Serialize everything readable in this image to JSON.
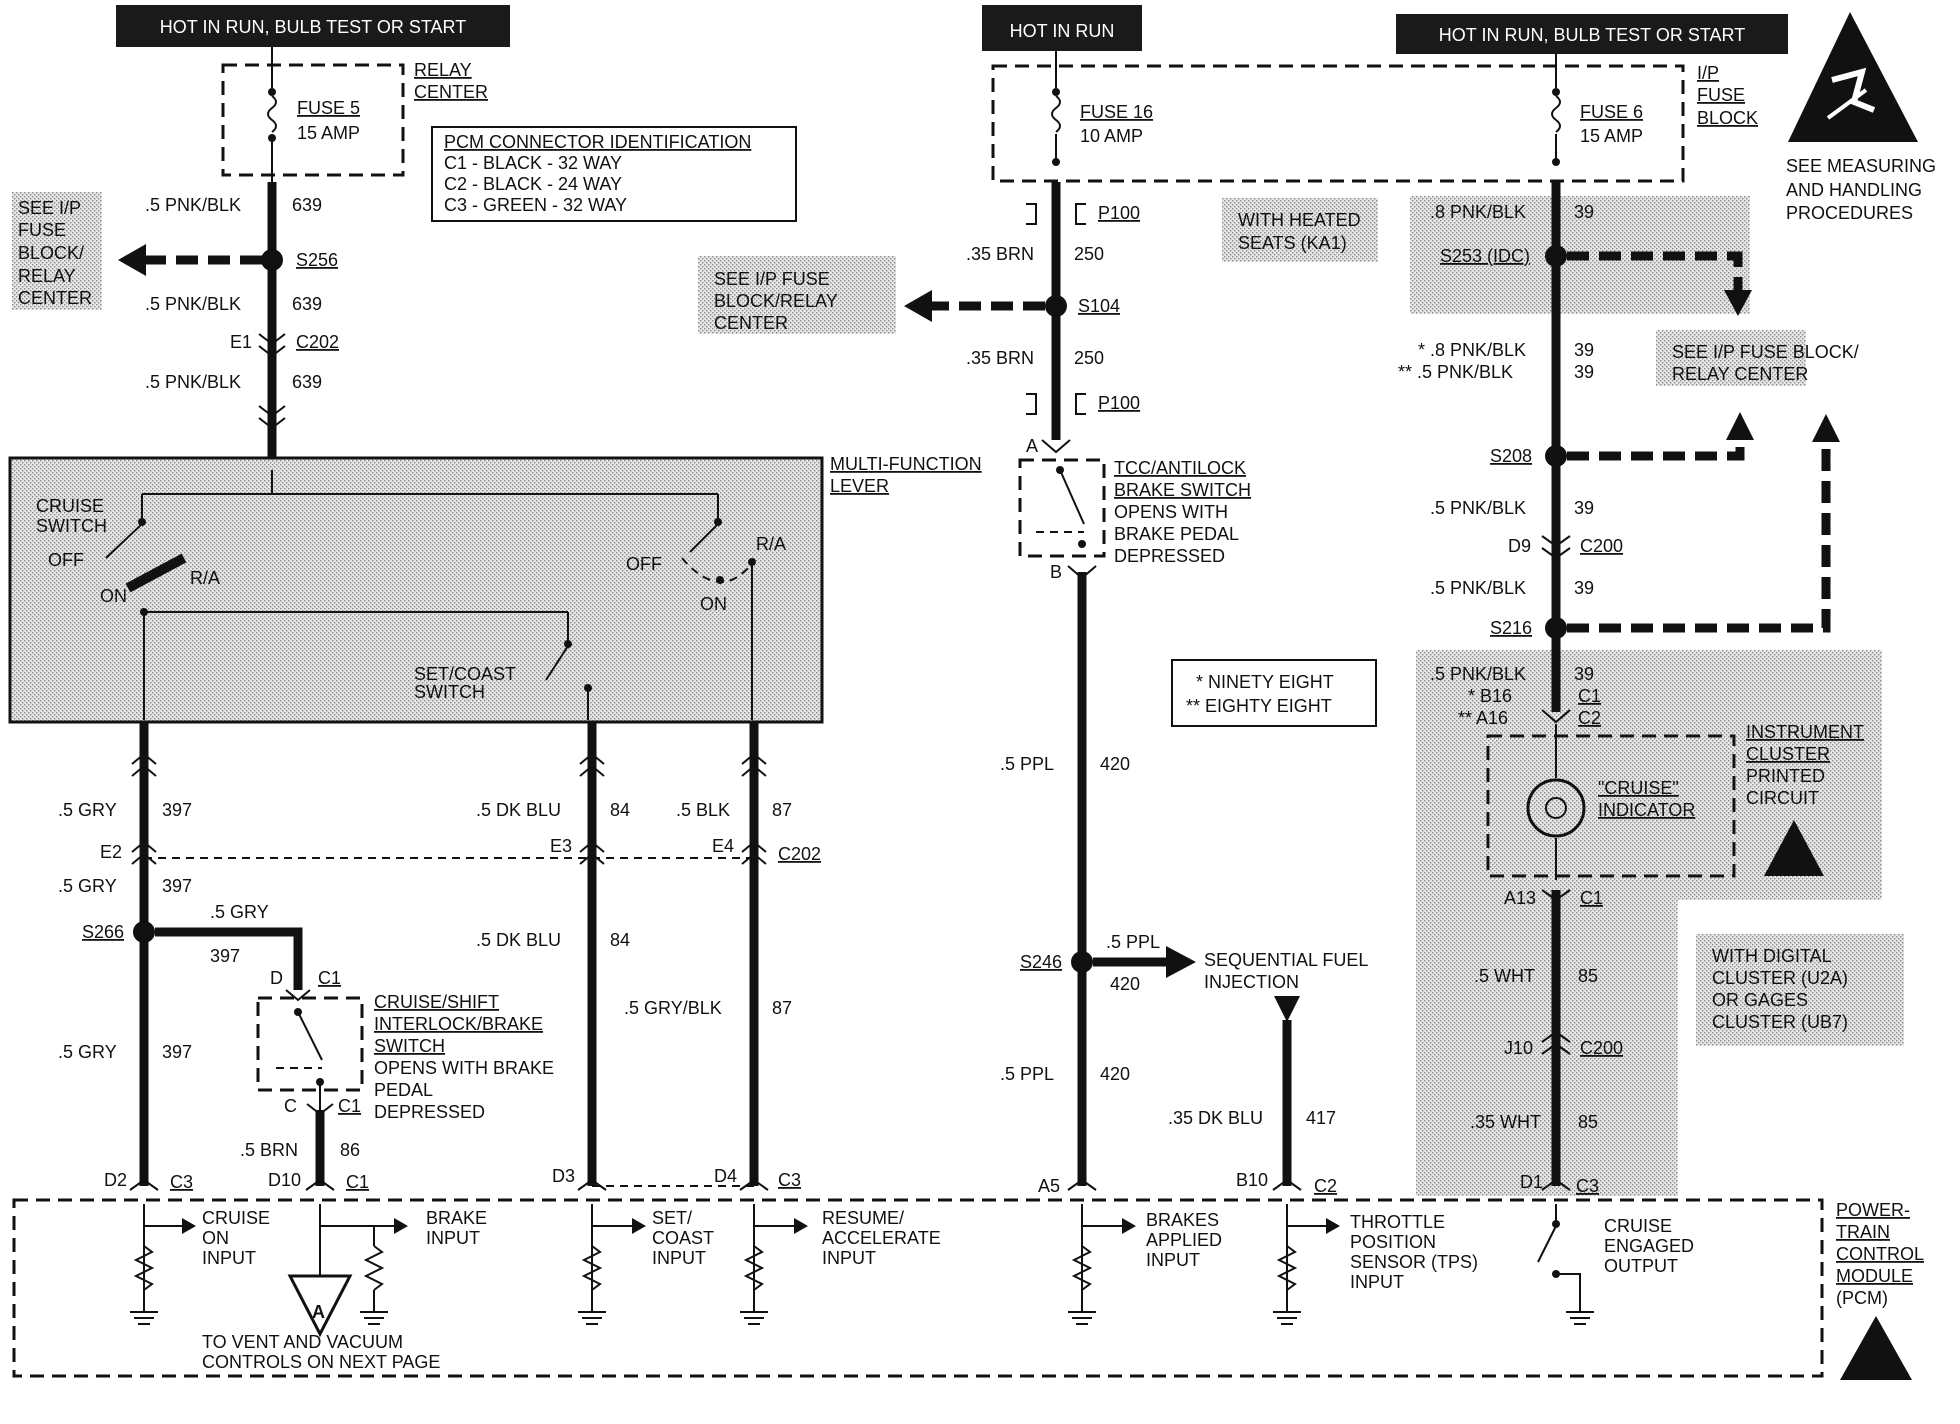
{
  "headers": {
    "left": "HOT IN RUN, BULB TEST OR START",
    "middle": "HOT IN RUN",
    "right": "HOT IN RUN, BULB TEST OR START"
  },
  "fuses": {
    "fuse5_name": "FUSE 5",
    "fuse5_rating": "15 AMP",
    "fuse16_name": "FUSE 16",
    "fuse16_rating": "10 AMP",
    "fuse6_name": "FUSE 6",
    "fuse6_rating": "15 AMP",
    "relay_center": [
      "RELAY",
      "CENTER"
    ],
    "ip_fuse_block": [
      "I/P",
      "FUSE",
      "BLOCK"
    ]
  },
  "esd": [
    "SEE MEASURING",
    "AND HANDLING",
    "PROCEDURES"
  ],
  "pcm_connector_id": {
    "title": "PCM CONNECTOR IDENTIFICATION",
    "rows": [
      "C1 - BLACK - 32 WAY",
      "C2 - BLACK - 24 WAY",
      "C3 - GREEN - 32 WAY"
    ]
  },
  "see_refs": {
    "left": [
      "SEE I/P",
      "FUSE",
      "BLOCK/",
      "RELAY",
      "CENTER"
    ],
    "middle": [
      "SEE I/P FUSE",
      "BLOCK/RELAY",
      "CENTER"
    ],
    "right": [
      "SEE I/P FUSE BLOCK/",
      "RELAY CENTER"
    ]
  },
  "heated_seats": [
    "WITH HEATED",
    "SEATS (KA1)"
  ],
  "legend": {
    "ninety_eight": "* NINETY EIGHT",
    "eighty_eight": "** EIGHTY EIGHT"
  },
  "multi_function": {
    "label": [
      "MULTI-FUNCTION",
      "LEVER"
    ],
    "cruise_switch": [
      "CRUISE",
      "SWITCH"
    ],
    "off1": "OFF",
    "on1": "ON",
    "ra1": "R/A",
    "off2": "OFF",
    "on2": "ON",
    "ra2": "R/A",
    "set_coast": [
      "SET/COAST",
      "SWITCH"
    ]
  },
  "left_circuit": {
    "w1_size": ".5 PNK/BLK",
    "w1_num": "639",
    "s256": "S256",
    "w2_size": ".5 PNK/BLK",
    "w2_num": "639",
    "e1": "E1",
    "c202": "C202",
    "w3_size": ".5 PNK/BLK",
    "w3_num": "639"
  },
  "lower_wires": {
    "gry1_size": ".5 GRY",
    "gry1_num": "397",
    "e2": "E2",
    "gry2_size": ".5 GRY",
    "gry2_num": "397",
    "s266": "S266",
    "gry3_size": ".5 GRY",
    "gry3_num": "397",
    "gry_branch_size": ".5 GRY",
    "gry_branch_num": "397",
    "dkblu1_size": ".5 DK BLU",
    "dkblu1_num": "84",
    "e3": "E3",
    "dkblu2_size": ".5 DK BLU",
    "dkblu2_num": "84",
    "blk_size": ".5 BLK",
    "blk_num": "87",
    "e4": "E4",
    "c202": "C202",
    "grywht_size": ".5 GRY/BLK",
    "grywht_num": "87",
    "brn_size": ".5 BRN",
    "brn_num": "86"
  },
  "interlock": {
    "d": "D",
    "c1a": "C1",
    "c": "C",
    "c1b": "C1",
    "label": [
      "CRUISE/SHIFT",
      "INTERLOCK/BRAKE",
      "SWITCH"
    ],
    "desc": [
      "OPENS WITH BRAKE",
      "PEDAL",
      "DEPRESSED"
    ]
  },
  "middle_circuit": {
    "p100_top": "P100",
    "brn1_size": ".35 BRN",
    "brn1_num": "250",
    "s104": "S104",
    "brn2_size": ".35 BRN",
    "brn2_num": "250",
    "p100_bot": "P100",
    "a": "A",
    "b": "B",
    "tcc_label": [
      "TCC/ANTILOCK",
      "BRAKE SWITCH"
    ],
    "tcc_desc": [
      "OPENS WITH",
      "BRAKE PEDAL",
      "DEPRESSED"
    ],
    "ppl1_size": ".5 PPL",
    "ppl1_num": "420",
    "s246": "S246",
    "ppl_branch_size": ".5 PPL",
    "ppl_branch_num": "420",
    "sfi": [
      "SEQUENTIAL FUEL",
      "INJECTION"
    ],
    "ppl2_size": ".5 PPL",
    "ppl2_num": "420",
    "dkblu_size": ".35 DK BLU",
    "dkblu_num": "417"
  },
  "right_circuit": {
    "w1_size": ".8 PNK/BLK",
    "w1_num": "39",
    "s253": "S253 (IDC)",
    "w2_size": "* .8 PNK/BLK",
    "w2_num": "39",
    "w3_size": "** .5 PNK/BLK",
    "w3_num": "39",
    "s208": "S208",
    "w4_size": ".5 PNK/BLK",
    "w4_num": "39",
    "d9": "D9",
    "c200a": "C200",
    "w5_size": ".5 PNK/BLK",
    "w5_num": "39",
    "s216": "S216",
    "w6_size": ".5 PNK/BLK",
    "w6_num": "39",
    "b16": "* B16",
    "c1a": "C1",
    "a16": "** A16",
    "c2a": "C2",
    "cluster": [
      "INSTRUMENT",
      "CLUSTER",
      "PRINTED",
      "CIRCUIT"
    ],
    "indicator": [
      "\"CRUISE\"",
      "INDICATOR"
    ],
    "a13": "A13",
    "c1b": "C1",
    "wht1_size": ".5 WHT",
    "wht1_num": "85",
    "j10": "J10",
    "c200b": "C200",
    "wht2_size": ".35 WHT",
    "wht2_num": "85",
    "digital": [
      "WITH DIGITAL",
      "CLUSTER (U2A)",
      "OR GAGES",
      "CLUSTER (UB7)"
    ]
  },
  "pcm_pins": {
    "d2": "D2",
    "c3a": "C3",
    "d10": "D10",
    "c1": "C1",
    "d3": "D3",
    "d4": "D4",
    "c3b": "C3",
    "a5": "A5",
    "b10": "B10",
    "c2": "C2",
    "d1": "D1",
    "c3c": "C3"
  },
  "pcm": {
    "cruise_on": [
      "CRUISE",
      "ON",
      "INPUT"
    ],
    "brake_input": [
      "BRAKE",
      "INPUT"
    ],
    "set_coast": [
      "SET/",
      "COAST",
      "INPUT"
    ],
    "resume": [
      "RESUME/",
      "ACCELERATE",
      "INPUT"
    ],
    "brakes_applied": [
      "BRAKES",
      "APPLIED",
      "INPUT"
    ],
    "tps": [
      "THROTTLE",
      "POSITION",
      "SENSOR (TPS)",
      "INPUT"
    ],
    "cruise_engaged": [
      "CRUISE",
      "ENGAGED",
      "OUTPUT"
    ],
    "name": [
      "POWER-",
      "TRAIN",
      "CONTROL",
      "MODULE",
      "(PCM)"
    ],
    "vent": [
      "TO VENT AND VACUUM",
      "CONTROLS ON NEXT PAGE"
    ],
    "ref_a": "A"
  },
  "colors": {
    "ink": "#111111",
    "shade": "#d8d8d8",
    "header_bg": "#1a1a1a"
  }
}
